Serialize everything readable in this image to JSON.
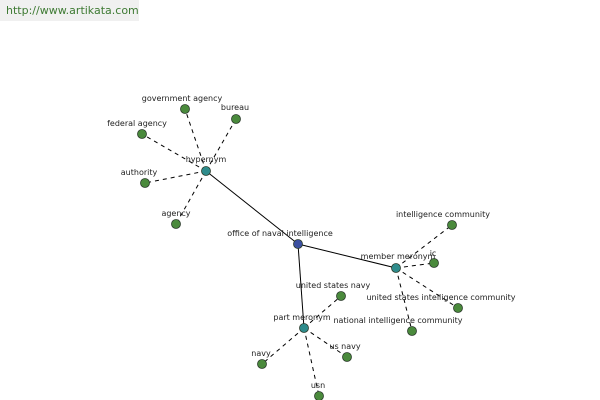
{
  "watermark": {
    "url": "http://www.artikata.com"
  },
  "colors": {
    "center": "#3b4fa0",
    "hub": "#2f8c8c",
    "leaf": "#4a8a3c",
    "node_stroke": "#2b3b2b",
    "edge": "#000000"
  },
  "graph": {
    "nodes": [
      {
        "id": "office-of-naval-intelligence",
        "label": "office of naval intelligence",
        "kind": "center"
      },
      {
        "id": "hypernym",
        "label": "hypernym",
        "kind": "hub"
      },
      {
        "id": "member-meronym",
        "label": "member meronym",
        "kind": "hub"
      },
      {
        "id": "part-meronym",
        "label": "part meronym",
        "kind": "hub"
      },
      {
        "id": "government-agency",
        "label": "government agency",
        "kind": "leaf"
      },
      {
        "id": "bureau",
        "label": "bureau",
        "kind": "leaf"
      },
      {
        "id": "federal-agency",
        "label": "federal agency",
        "kind": "leaf"
      },
      {
        "id": "authority",
        "label": "authority",
        "kind": "leaf"
      },
      {
        "id": "agency",
        "label": "agency",
        "kind": "leaf"
      },
      {
        "id": "intelligence-community",
        "label": "intelligence community",
        "kind": "leaf"
      },
      {
        "id": "ic",
        "label": "ic",
        "kind": "leaf"
      },
      {
        "id": "united-states-intelligence-community",
        "label": "united states intelligence community",
        "kind": "leaf"
      },
      {
        "id": "national-intelligence-community",
        "label": "national intelligence community",
        "kind": "leaf"
      },
      {
        "id": "united-states-navy",
        "label": "united states navy",
        "kind": "leaf"
      },
      {
        "id": "navy",
        "label": "navy",
        "kind": "leaf"
      },
      {
        "id": "us-navy",
        "label": "us navy",
        "kind": "leaf"
      },
      {
        "id": "usn",
        "label": "usn",
        "kind": "leaf"
      }
    ],
    "edges": [
      {
        "from": "office-of-naval-intelligence",
        "to": "hypernym",
        "style": "solid"
      },
      {
        "from": "office-of-naval-intelligence",
        "to": "member-meronym",
        "style": "solid"
      },
      {
        "from": "office-of-naval-intelligence",
        "to": "part-meronym",
        "style": "solid"
      },
      {
        "from": "hypernym",
        "to": "government-agency",
        "style": "dashed"
      },
      {
        "from": "hypernym",
        "to": "bureau",
        "style": "dashed"
      },
      {
        "from": "hypernym",
        "to": "federal-agency",
        "style": "dashed"
      },
      {
        "from": "hypernym",
        "to": "authority",
        "style": "dashed"
      },
      {
        "from": "hypernym",
        "to": "agency",
        "style": "dashed"
      },
      {
        "from": "member-meronym",
        "to": "intelligence-community",
        "style": "dashed"
      },
      {
        "from": "member-meronym",
        "to": "ic",
        "style": "dashed"
      },
      {
        "from": "member-meronym",
        "to": "united-states-intelligence-community",
        "style": "dashed"
      },
      {
        "from": "member-meronym",
        "to": "national-intelligence-community",
        "style": "dashed"
      },
      {
        "from": "part-meronym",
        "to": "united-states-navy",
        "style": "dashed"
      },
      {
        "from": "part-meronym",
        "to": "navy",
        "style": "dashed"
      },
      {
        "from": "part-meronym",
        "to": "us-navy",
        "style": "dashed"
      },
      {
        "from": "part-meronym",
        "to": "usn",
        "style": "dashed"
      }
    ]
  }
}
